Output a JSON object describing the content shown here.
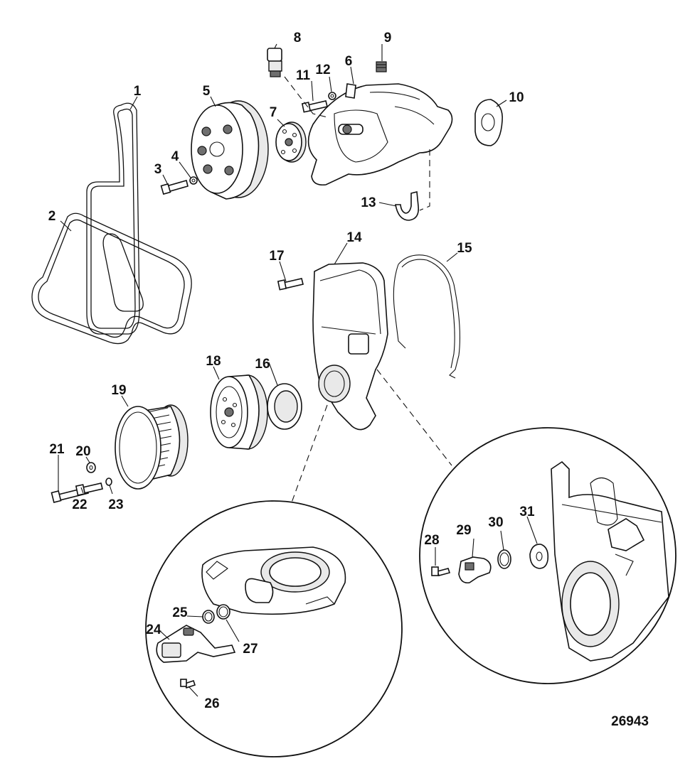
{
  "figure_number": "26943",
  "callouts": [
    {
      "id": "1",
      "text": "1"
    },
    {
      "id": "2",
      "text": "2"
    },
    {
      "id": "3",
      "text": "3"
    },
    {
      "id": "4",
      "text": "4"
    },
    {
      "id": "5",
      "text": "5"
    },
    {
      "id": "6",
      "text": "6"
    },
    {
      "id": "7",
      "text": "7"
    },
    {
      "id": "8",
      "text": "8"
    },
    {
      "id": "9",
      "text": "9"
    },
    {
      "id": "10",
      "text": "10"
    },
    {
      "id": "11",
      "text": "11"
    },
    {
      "id": "12",
      "text": "12"
    },
    {
      "id": "13",
      "text": "13"
    },
    {
      "id": "14",
      "text": "14"
    },
    {
      "id": "15",
      "text": "15"
    },
    {
      "id": "16",
      "text": "16"
    },
    {
      "id": "17",
      "text": "17"
    },
    {
      "id": "18",
      "text": "18"
    },
    {
      "id": "19",
      "text": "19"
    },
    {
      "id": "20",
      "text": "20"
    },
    {
      "id": "21",
      "text": "21"
    },
    {
      "id": "22",
      "text": "22"
    },
    {
      "id": "23",
      "text": "23"
    },
    {
      "id": "24",
      "text": "24"
    },
    {
      "id": "25",
      "text": "25"
    },
    {
      "id": "26",
      "text": "26"
    },
    {
      "id": "27",
      "text": "27"
    },
    {
      "id": "28",
      "text": "28"
    },
    {
      "id": "29",
      "text": "29"
    },
    {
      "id": "30",
      "text": "30"
    },
    {
      "id": "31",
      "text": "31"
    }
  ]
}
